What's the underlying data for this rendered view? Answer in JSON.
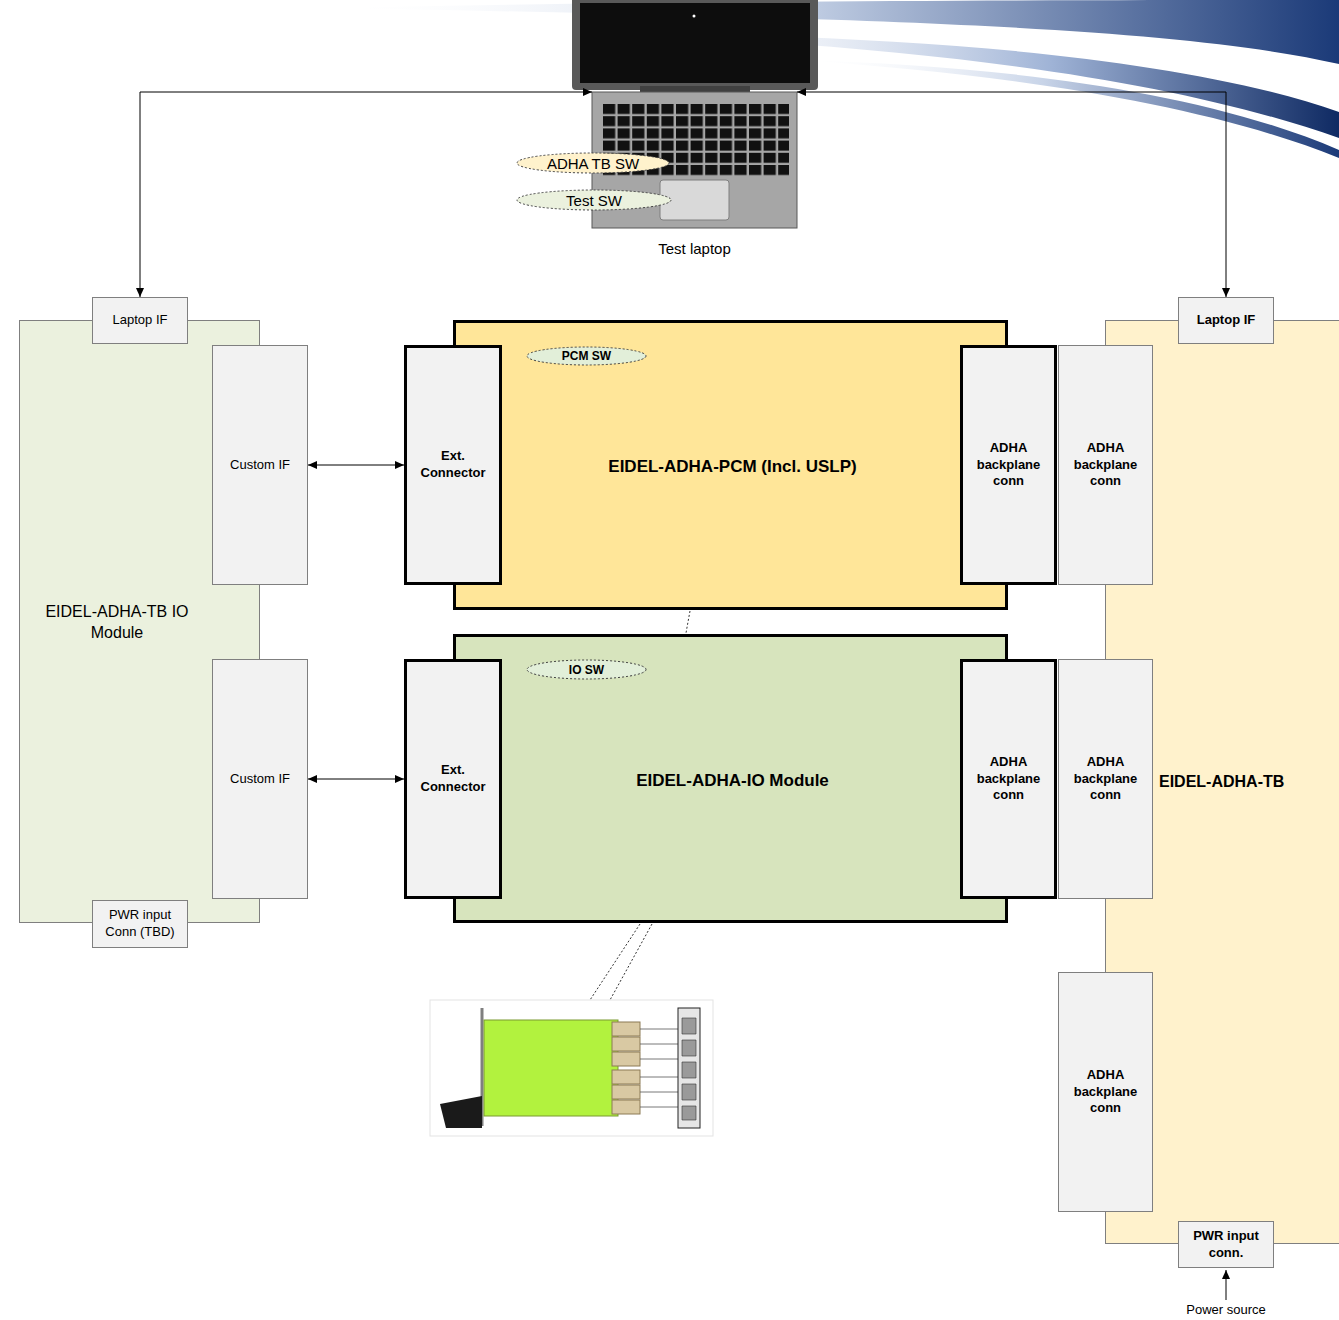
{
  "diagram": {
    "nodes": [
      {
        "text": [
          "Test laptop"
        ]
      },
      {
        "text": [
          "ADHA TB SW"
        ],
        "in": 0
      },
      {
        "text": [
          "Test SW"
        ],
        "in": 0
      },
      {
        "text": [
          "EIDEL-ADHA-TB IO Module"
        ]
      },
      {
        "text": [
          "Laptop IF"
        ],
        "in": 3
      },
      {
        "text": [
          "Custom IF"
        ],
        "in": 3
      },
      {
        "text": [
          "Custom IF"
        ],
        "in": 3
      },
      {
        "text": [
          "PWR input Conn (TBD)"
        ],
        "in": 3
      },
      {
        "text": [
          "EIDEL-ADHA-PCM (Incl. USLP)"
        ]
      },
      {
        "text": [
          "PCM SW"
        ],
        "in": 8
      },
      {
        "text": [
          "Ext. Connector"
        ],
        "in": 8
      },
      {
        "text": [
          "ADHA backplane conn"
        ],
        "in": 8
      },
      {
        "text": [
          "EIDEL-ADHA-IO Module"
        ]
      },
      {
        "text": [
          "IO SW"
        ],
        "in": 12
      },
      {
        "text": [
          "Ext. Connector"
        ],
        "in": 12
      },
      {
        "text": [
          "ADHA backplane conn"
        ],
        "in": 12
      },
      {
        "text": [
          "EIDEL-ADHA-TB"
        ]
      },
      {
        "text": [
          "Laptop IF"
        ],
        "in": 16
      },
      {
        "text": [
          "ADHA backplane conn"
        ],
        "in": 16
      },
      {
        "text": [
          "ADHA backplane conn"
        ],
        "in": 16
      },
      {
        "text": [
          "ADHA backplane conn"
        ],
        "in": 16
      },
      {
        "text": [
          "PWR input conn."
        ],
        "in": 16
      }
    ],
    "edges": [
      {
        "from": 0,
        "to": 4,
        "arrow": "both"
      },
      {
        "from": 0,
        "to": 17,
        "arrow": "both"
      },
      {
        "from": 5,
        "to": 10,
        "arrow": "both"
      },
      {
        "from": 6,
        "to": 14,
        "arrow": "both"
      }
    ],
    "labels": [
      "Power source"
    ]
  }
}
